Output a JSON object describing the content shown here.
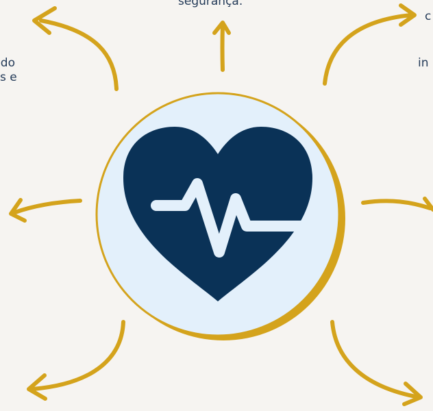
{
  "labels": {
    "top": "segurança.",
    "left_line1": "do",
    "left_line2": "s e",
    "right_line1": "c",
    "right_line2": "in"
  },
  "colors": {
    "background": "#f6f4f1",
    "arrow": "#d4a31c",
    "circle_fill": "#e3f0fb",
    "circle_shadow": "#d4a31c",
    "heart": "#0a3257",
    "text": "#233a58"
  },
  "icons": {
    "center": "heartbeat-icon"
  }
}
